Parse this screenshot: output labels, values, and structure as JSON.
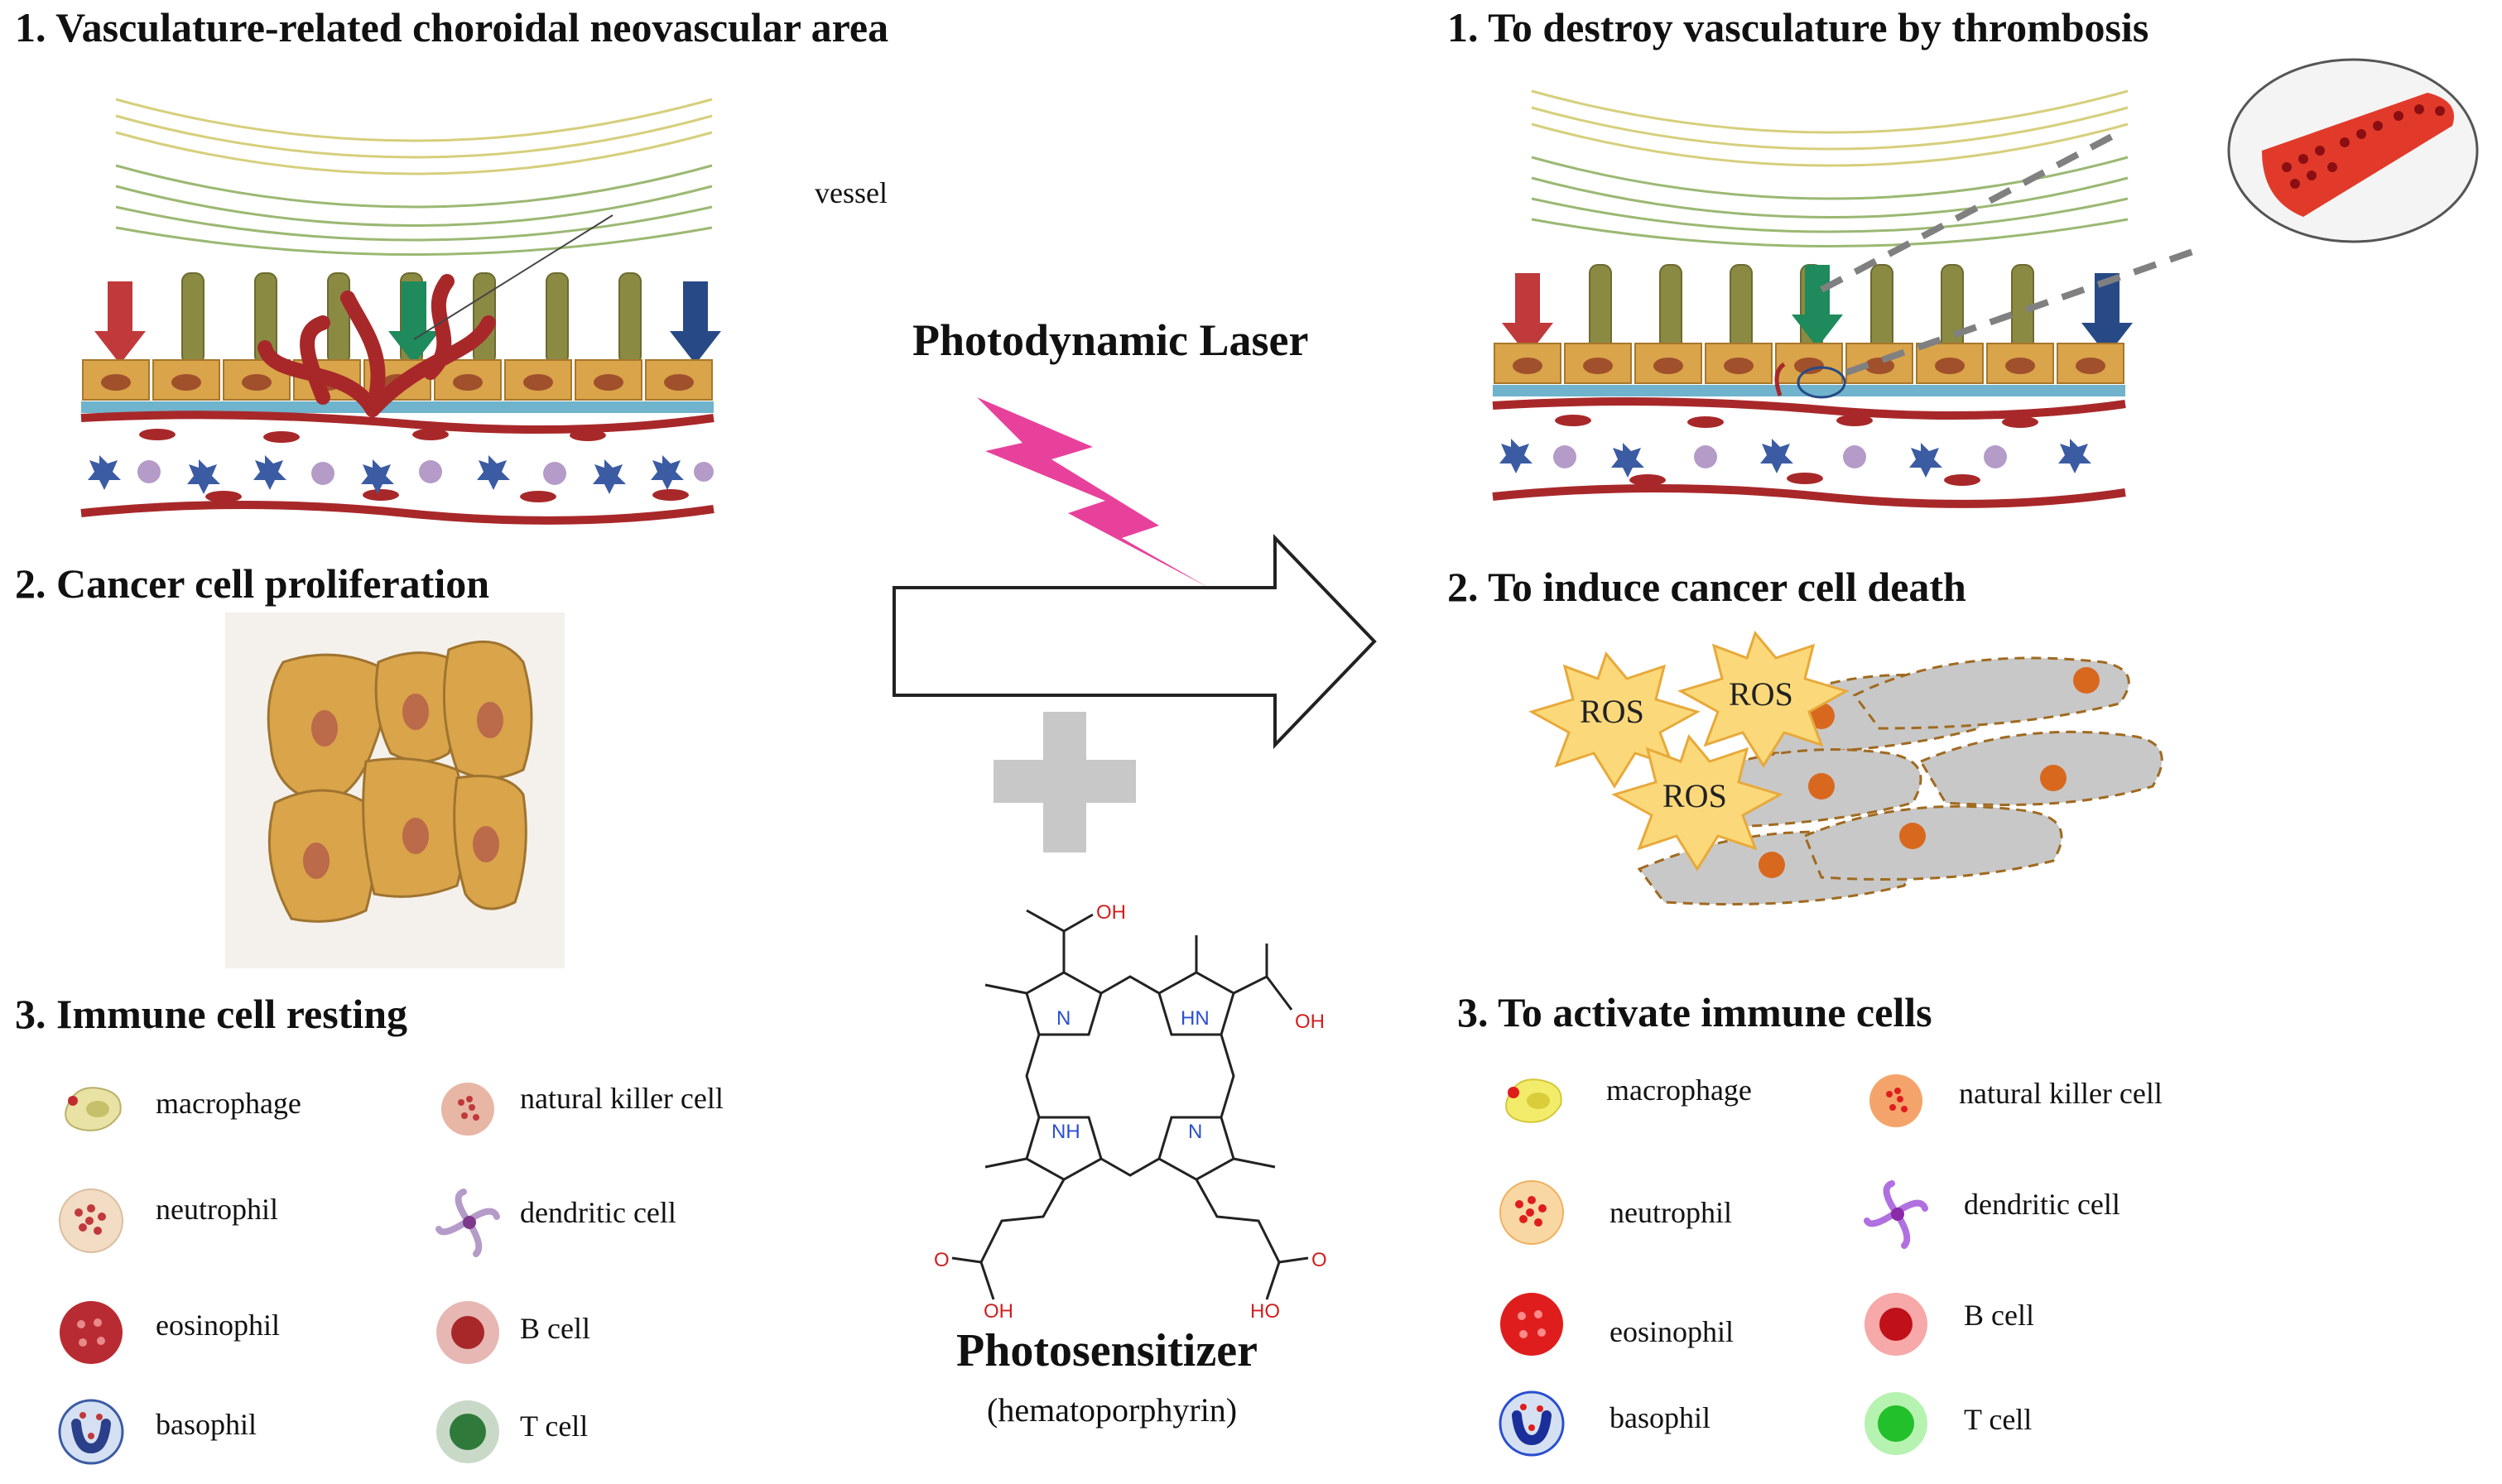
{
  "left": {
    "title_vasculature": "1. Vasculature-related choroidal neovascular area",
    "vessel_label": "vessel",
    "title_cancer": "2. Cancer cell proliferation",
    "title_immune": "3. Immune cell resting",
    "legend": [
      {
        "id": "macrophage",
        "label": "macrophage"
      },
      {
        "id": "natural-killer",
        "label": "natural killer cell"
      },
      {
        "id": "neutrophil",
        "label": "neutrophil"
      },
      {
        "id": "dendritic",
        "label": "dendritic cell"
      },
      {
        "id": "eosinophil",
        "label": "eosinophil"
      },
      {
        "id": "b-cell",
        "label": "B cell"
      },
      {
        "id": "basophil",
        "label": "basophil"
      },
      {
        "id": "t-cell",
        "label": "T cell"
      }
    ]
  },
  "center": {
    "laser_label": "Photodynamic Laser",
    "photosensitizer_label": "Photosensitizer",
    "photosensitizer_sub": "(hematoporphyrin)",
    "chem": {
      "oh": "OH",
      "n": "N",
      "hn": "HN",
      "nh": "NH",
      "o": "O",
      "ho": "HO"
    }
  },
  "right": {
    "title_thrombosis": "1. To destroy vasculature by thrombosis",
    "title_death": "2. To induce cancer cell death",
    "ros": [
      "ROS",
      "ROS",
      "ROS"
    ],
    "title_activate": "3. To activate immune cells",
    "legend": [
      {
        "id": "macrophage",
        "label": "macrophage"
      },
      {
        "id": "natural-killer",
        "label": "natural killer cell"
      },
      {
        "id": "neutrophil",
        "label": "neutrophil"
      },
      {
        "id": "dendritic",
        "label": "dendritic cell"
      },
      {
        "id": "eosinophil",
        "label": "eosinophil"
      },
      {
        "id": "b-cell",
        "label": "B cell"
      },
      {
        "id": "basophil",
        "label": "basophil"
      },
      {
        "id": "t-cell",
        "label": "T cell"
      }
    ]
  },
  "colors": {
    "laser": "#e8419b",
    "vessel": "#a8282a",
    "cancer_cell": "#d9a44a",
    "ros": "#fbd97a",
    "arrow_outline": "#222222",
    "plus": "#c8c8c8",
    "membrane": "#6fb3cc"
  }
}
